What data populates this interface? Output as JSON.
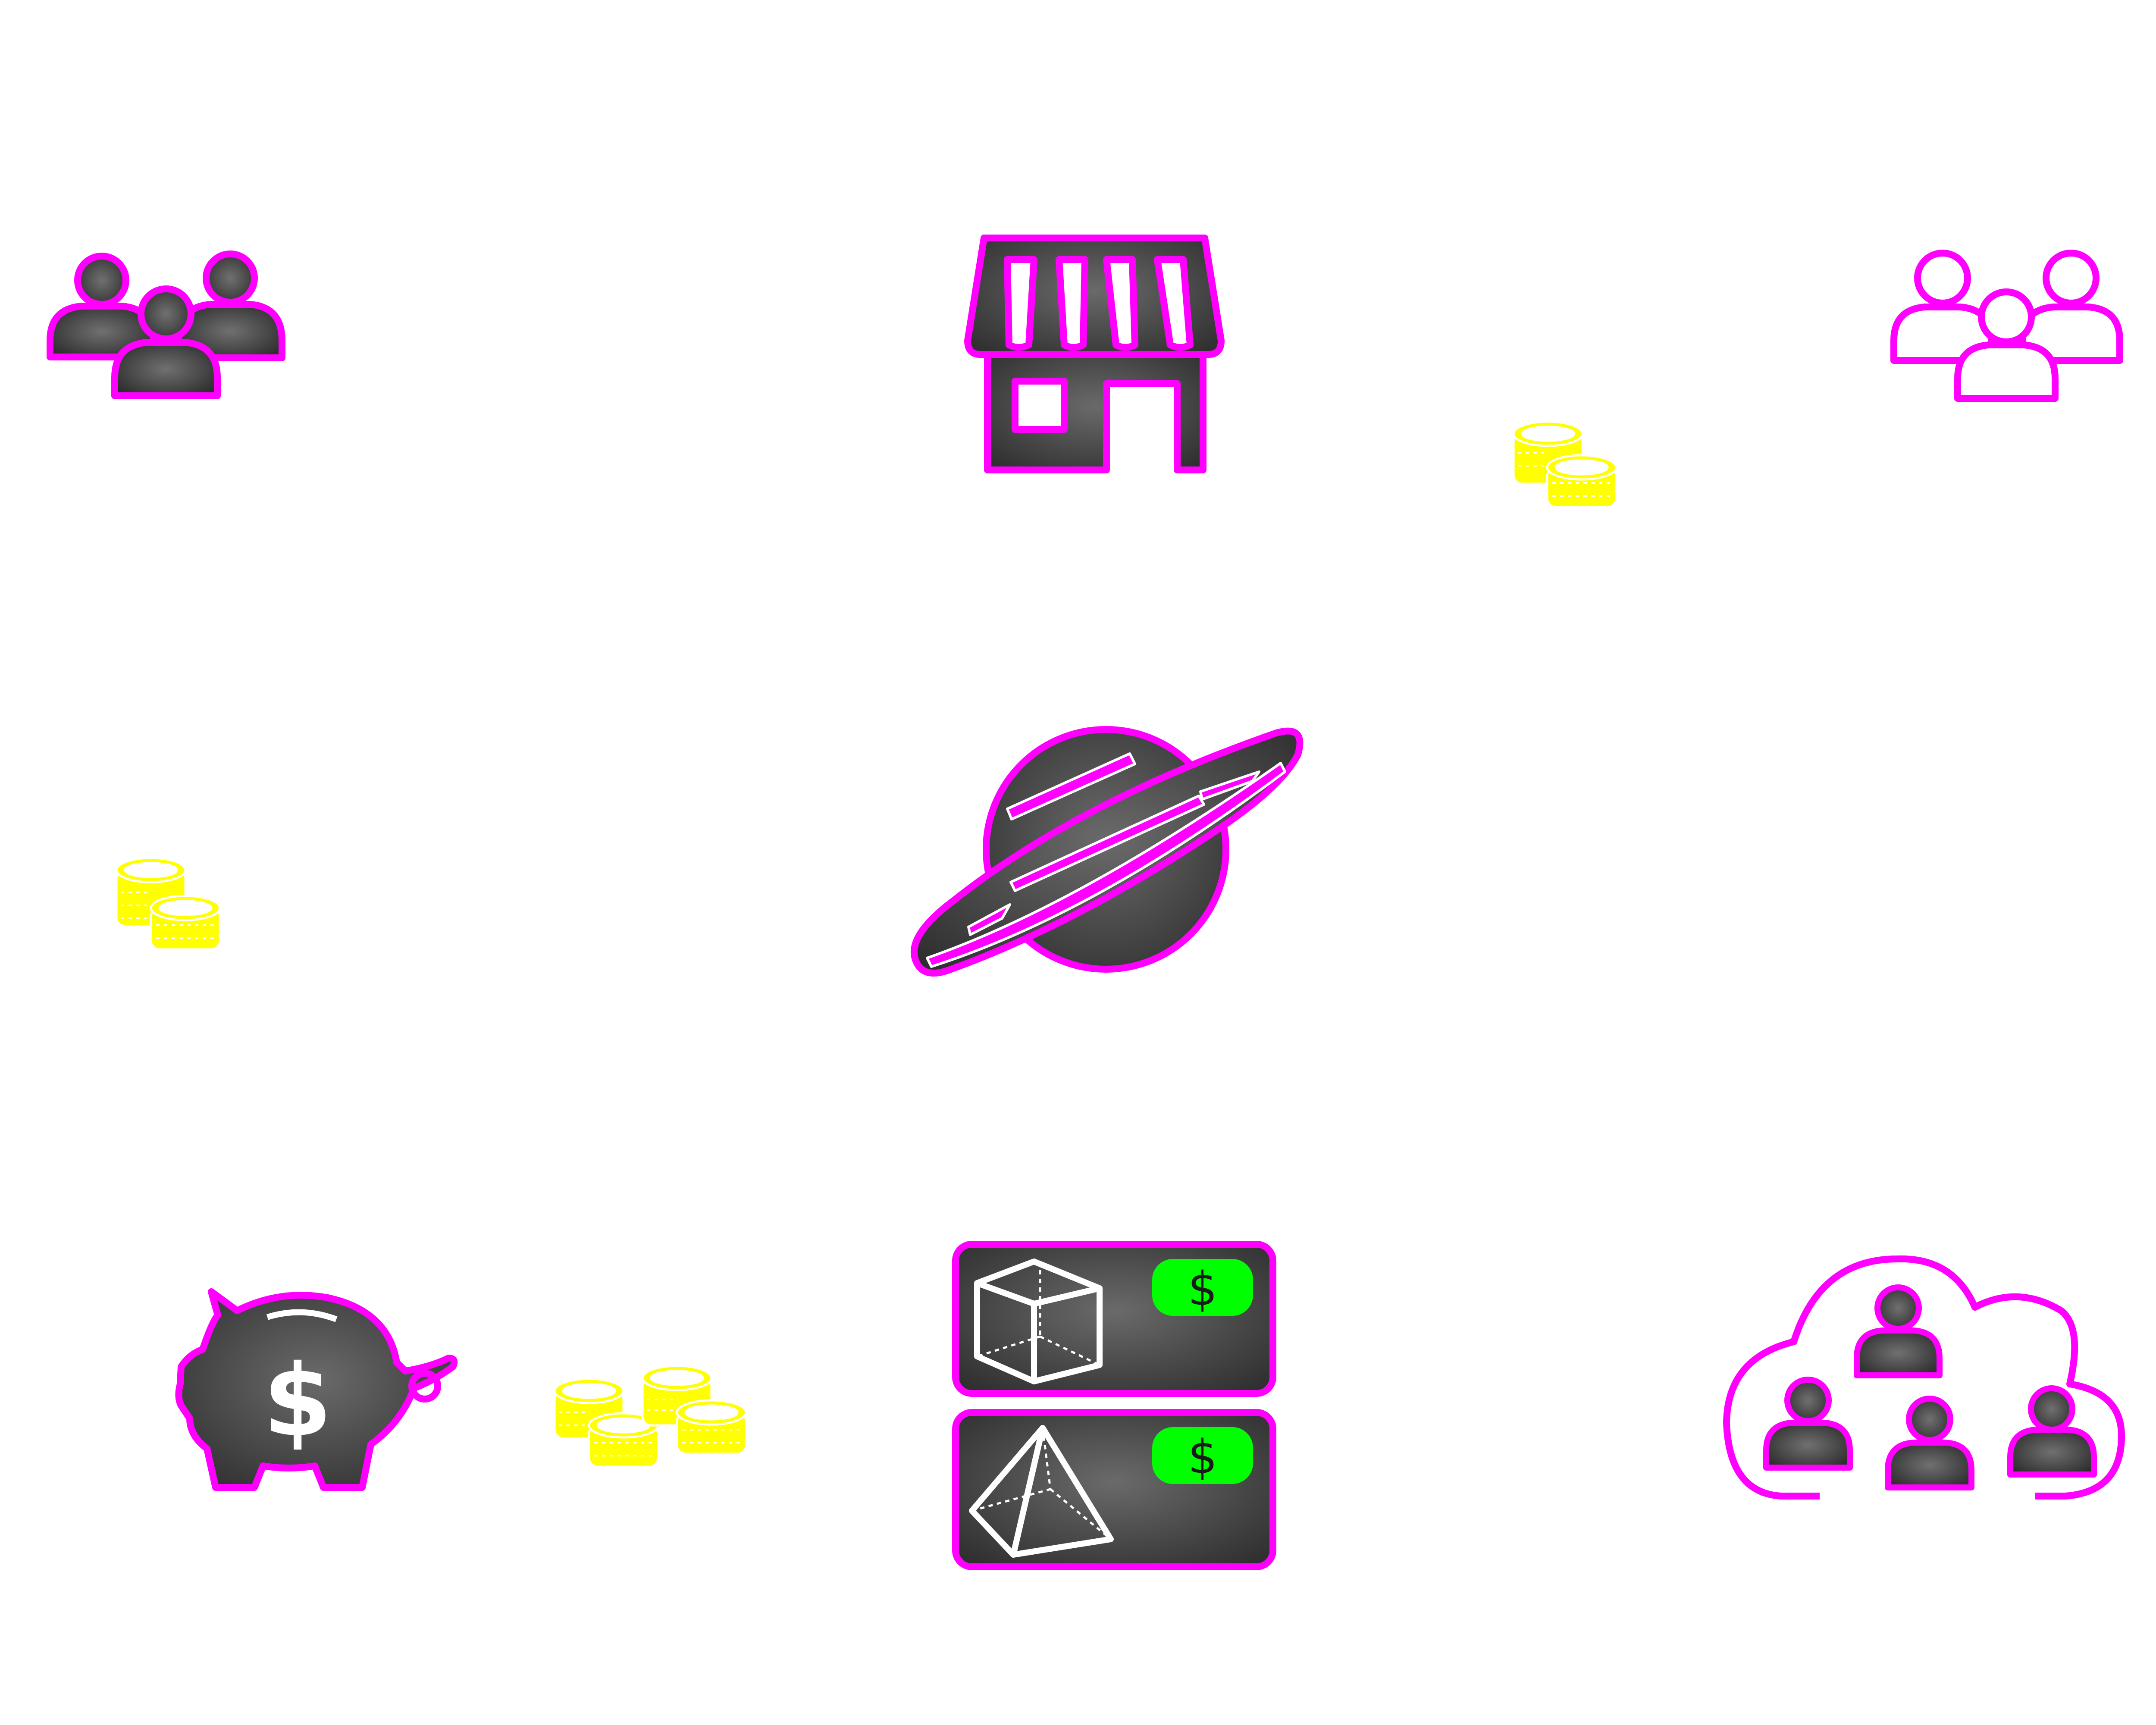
{
  "colors": {
    "background": "#ffffff",
    "outline": "#ff00ff",
    "fill_dark": "#3a3a3a",
    "fill_light": "#6e6e6e",
    "coin": "#ffff00",
    "price_tag": "#00ff00",
    "price_text": "#1a1a1a",
    "wireframe": "#ffffff"
  },
  "icons": [
    {
      "id": "users-group-left",
      "icon": "users-group-icon",
      "style": "filled"
    },
    {
      "id": "storefront",
      "icon": "storefront-icon",
      "style": "filled"
    },
    {
      "id": "users-group-right",
      "icon": "users-group-icon",
      "style": "outline"
    },
    {
      "id": "coins-top-right",
      "icon": "coins-icon"
    },
    {
      "id": "planet",
      "icon": "planet-icon",
      "style": "filled"
    },
    {
      "id": "coins-left",
      "icon": "coins-icon"
    },
    {
      "id": "piggy-bank",
      "icon": "piggy-bank-icon",
      "style": "filled"
    },
    {
      "id": "coins-bottom",
      "icon": "coins-icon"
    },
    {
      "id": "product-cube",
      "icon": "cube-icon"
    },
    {
      "id": "product-pyramid",
      "icon": "pyramid-icon"
    },
    {
      "id": "cloud-network",
      "icon": "cloud-users-icon"
    }
  ],
  "piggy_bank": {
    "symbol": "$"
  },
  "products": [
    {
      "shape": "cube",
      "price_symbol": "$"
    },
    {
      "shape": "pyramid",
      "price_symbol": "$"
    }
  ]
}
